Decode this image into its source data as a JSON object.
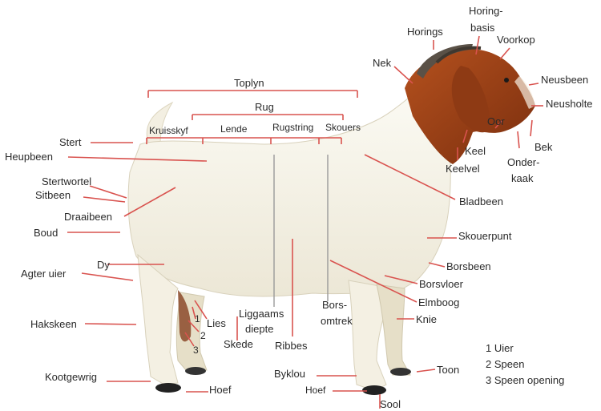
{
  "diagram": {
    "line_color": "#d9534f",
    "labels": {
      "toplyn": "Toplyn",
      "rug": "Rug",
      "kruisskyf": "Kruisskyf",
      "lende": "Lende",
      "rugstring": "Rugstring",
      "skouers": "Skouers",
      "horings": "Horings",
      "horingbasis_1": "Horing-",
      "horingbasis_2": "basis",
      "voorkop": "Voorkop",
      "nek": "Nek",
      "neusbeen": "Neusbeen",
      "neusholte": "Neusholte",
      "oor": "Oor",
      "bek": "Bek",
      "onderkaak_1": "Onder-",
      "onderkaak_2": "kaak",
      "keel": "Keel",
      "keelvel": "Keelvel",
      "stert": "Stert",
      "heupbeen": "Heupbeen",
      "stertwortel": "Stertwortel",
      "sitbeen": "Sitbeen",
      "draaibeen": "Draaibeen",
      "boud": "Boud",
      "dy": "Dy",
      "agter_uier": "Agter uier",
      "hakskeen": "Hakskeen",
      "kootgewrig": "Kootgewrig",
      "hoef_back": "Hoef",
      "lies": "Lies",
      "num1": "1",
      "num2": "2",
      "num3": "3",
      "liggaamsdiepte_1": "Liggaams",
      "liggaamsdiepte_2": "diepte",
      "skede": "Skede",
      "ribbes": "Ribbes",
      "borsomtrek_1": "Bors-",
      "borsomtrek_2": "omtrek",
      "bladbeen": "Bladbeen",
      "skouerpunt": "Skouerpunt",
      "borsbeen": "Borsbeen",
      "borsvloer": "Borsvloer",
      "elmboog": "Elmboog",
      "knie": "Knie",
      "toon": "Toon",
      "byklou": "Byklou",
      "hoef_front": "Hoef",
      "sool": "Sool"
    },
    "legend": [
      "1  Uier",
      "2  Speen",
      "3  Speen opening"
    ]
  }
}
